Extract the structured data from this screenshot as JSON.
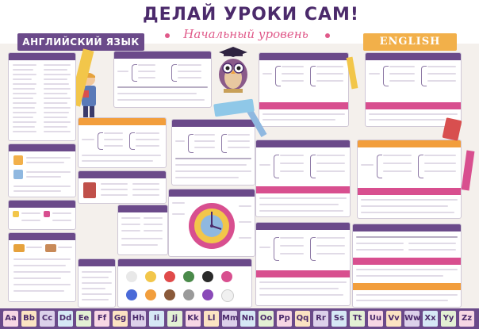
{
  "header": {
    "title": "ДЕЛАЙ УРОКИ САМ!",
    "subtitle": "Начальный уровень",
    "left_ribbon": "АНГЛИЙСКИЙ ЯЗЫК",
    "right_ribbon": "ENGLISH"
  },
  "alphabet": [
    "Aa",
    "Bb",
    "Cc",
    "Dd",
    "Ee",
    "Ff",
    "Gg",
    "Hh",
    "Ii",
    "Jj",
    "Kk",
    "Ll",
    "Mm",
    "Nn",
    "Oo",
    "Pp",
    "Qq",
    "Rr",
    "Ss",
    "Tt",
    "Uu",
    "Vv",
    "Ww",
    "Xx",
    "Yy",
    "Zz"
  ],
  "colors": {
    "purple": "#6b4a8a",
    "orange": "#f29e3c",
    "pink": "#d84f8f",
    "background": "#f4f0ec"
  }
}
